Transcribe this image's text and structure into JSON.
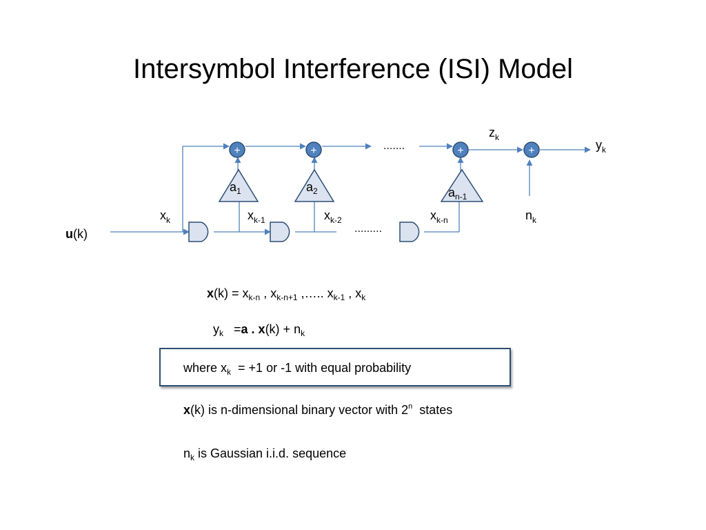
{
  "title": "Intersymbol Interference (ISI) Model",
  "colors": {
    "adder_fill": "#4f81bd",
    "shape_fill": "#dbe3f0",
    "shape_stroke": "#2c4d75",
    "wire": "#4f81bd"
  },
  "diagram": {
    "adder_symbol": "+",
    "input_bold": "u",
    "input_rest": "(k)",
    "x_base": "x",
    "sub_k": "k",
    "sub_k1": "k-1",
    "sub_k2": "k-2",
    "sub_kn": "k-n",
    "a_base": "a",
    "a1_sub": "1",
    "a2_sub": "2",
    "an_sub": "n-1",
    "z_base": "z",
    "y_base": "y",
    "n_base": "n",
    "dots_top": ".......",
    "dots_bottom": "........."
  },
  "equations": {
    "eq1": {
      "bold": "x",
      "k_paren": "(k) = x",
      "s1": "k-n",
      "t1": " , x",
      "s2": "k-n+1",
      "t2": " ,….. x",
      "s3": "k-1",
      "t3": " , x",
      "s4": "k"
    },
    "eq2": {
      "y": "y",
      "s1": "k",
      "t1": "   =",
      "a_bold": "a",
      "dot": " . ",
      "x_bold": "x",
      "t2": "(k) + n",
      "s2": "k"
    },
    "boxed": {
      "t1": "where x",
      "s1": "k",
      "t2": "  = +1 or -1 with equal probability"
    },
    "line4": {
      "bold": "x",
      "t1": "(k) is n-dimensional binary vector with 2",
      "sup": "n",
      "t2": "  states"
    },
    "line5": {
      "t1": "n",
      "s1": "k",
      "t2": " is Gaussian i.i.d. sequence"
    }
  }
}
